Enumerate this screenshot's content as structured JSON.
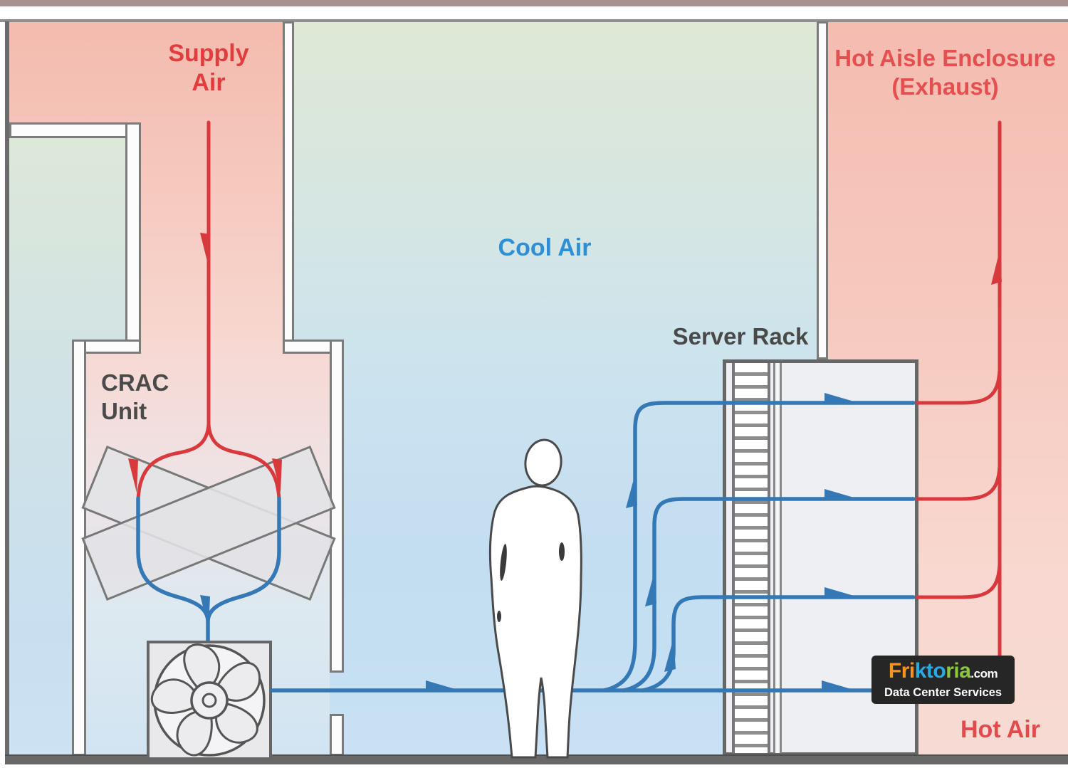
{
  "labels": {
    "supply_air_line1": "Supply",
    "supply_air_line2": "Air",
    "hot_aisle_line1": "Hot Aisle Enclosure",
    "hot_aisle_line2": "(Exhaust)",
    "cool_air": "Cool Air",
    "server_rack": "Server Rack",
    "crac_line1": "CRAC",
    "crac_line2": "Unit",
    "hot_air": "Hot Air"
  },
  "logo": {
    "brand_segments": [
      {
        "text": "Fri",
        "color": "#f7941e"
      },
      {
        "text": "kto",
        "color": "#29abe2"
      },
      {
        "text": "ria",
        "color": "#8dc63f"
      }
    ],
    "tld": ".com",
    "tagline": "Data Center Services",
    "background": "#262626"
  },
  "colors": {
    "hot_flow": "#d8393c",
    "cool_flow": "#3478b6",
    "hot_label": "#e23d3d",
    "cool_label": "#2e8fd4",
    "neutral_label": "#4a4a4a",
    "hot_region": "#f5bcb0",
    "cool_region": "#cbe3ef",
    "wall": "#7b7b7b"
  }
}
